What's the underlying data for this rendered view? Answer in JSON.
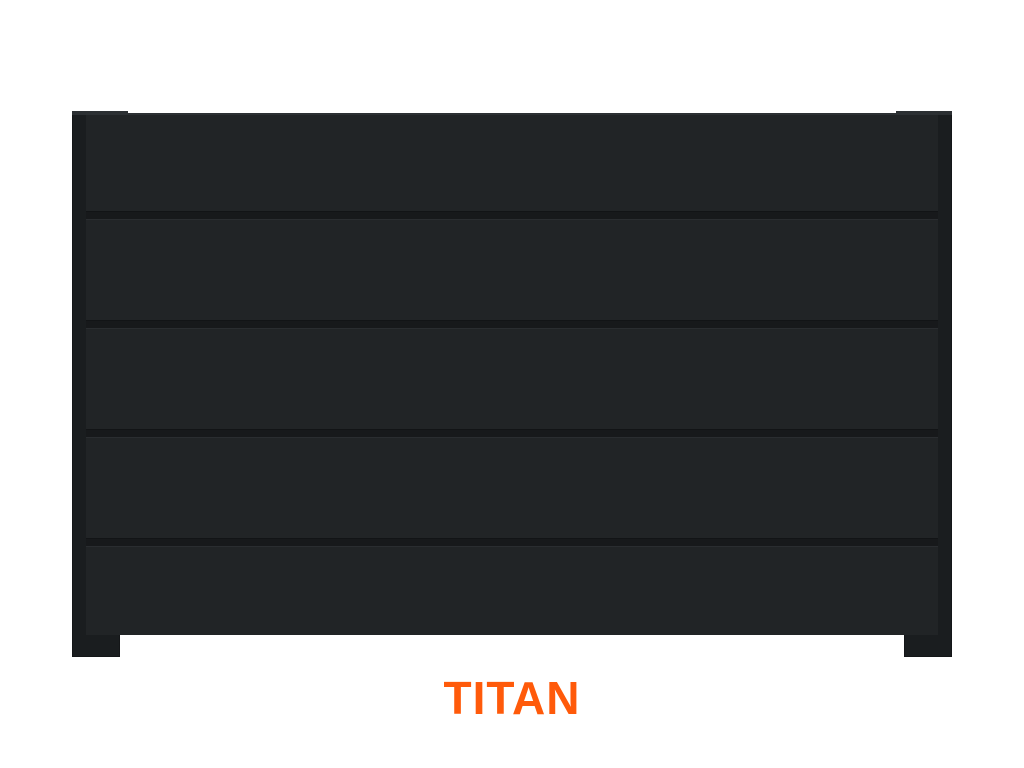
{
  "product": {
    "name": "TITAN",
    "name_color": "#ff5a0a",
    "illustration": "horizontal-slat-fence-panel",
    "panel_color": "#212426",
    "slat_count": 5
  }
}
